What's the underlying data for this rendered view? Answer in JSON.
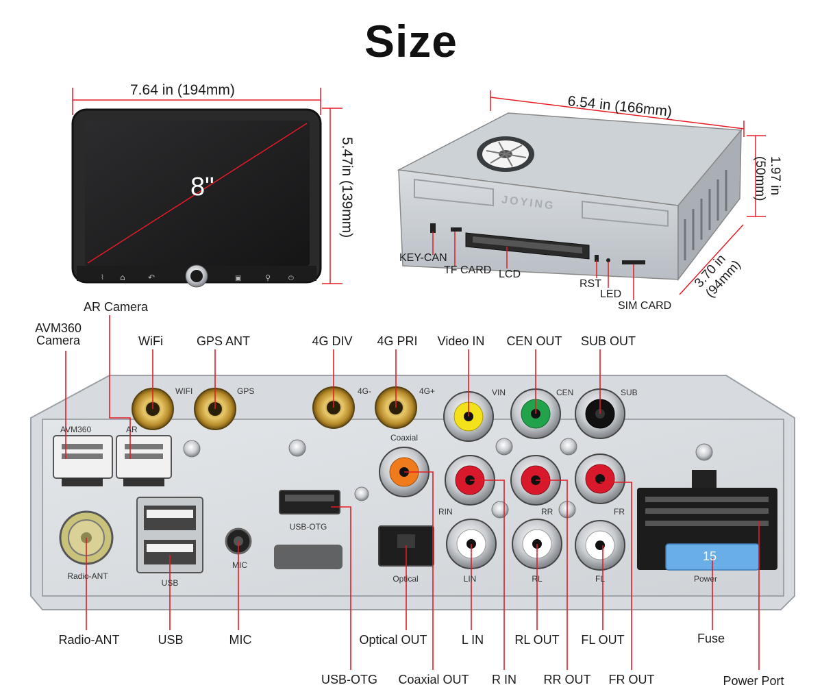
{
  "title": "Size",
  "front": {
    "width_label": "7.64 in (194mm)",
    "height_label": "5.47in (139mm)",
    "diagonal_label": "8\""
  },
  "chassis": {
    "depth_label": "6.54 in   (166mm)",
    "height_label": "1.97 in\n(50mm)",
    "width_label": "3.70 in\n(94mm)",
    "brand": "JOYING",
    "labels": [
      "KEY-CAN",
      "TF CARD",
      "LCD",
      "RST",
      "LED",
      "SIM CARD"
    ]
  },
  "rear_panel": {
    "printed": {
      "avm360": "AVM360",
      "ar": "AR",
      "wifi": "WIFI",
      "gps": "GPS",
      "g4minus": "4G-",
      "g4plus": "4G+",
      "vin": "VIN",
      "cen": "CEN",
      "sub": "SUB",
      "coaxial": "Coaxial",
      "rin": "RIN",
      "rr": "RR",
      "fr": "FR",
      "usb_otg": "USB-OTG",
      "radio_ant": "Radio-ANT",
      "usb": "USB",
      "mic": "MIC",
      "optical": "Optical",
      "lin": "LIN",
      "rl": "RL",
      "fl": "FL",
      "power": "Power",
      "fuse_value": "15"
    },
    "top_labels": {
      "ar_camera": "AR Camera",
      "avm360_camera": "AVM360\nCamera",
      "wifi": "WiFi",
      "gps_ant": "GPS ANT",
      "g4_div": "4G DIV",
      "g4_pri": "4G PRI",
      "video_in": "Video IN",
      "cen_out": "CEN OUT",
      "sub_out": "SUB OUT"
    },
    "bottom_labels": {
      "radio_ant": "Radio-ANT",
      "usb": "USB",
      "mic": "MIC",
      "optical_out": "Optical OUT",
      "l_in": "L IN",
      "rl_out": "RL OUT",
      "fl_out": "FL OUT",
      "fuse": "Fuse",
      "usb_otg": "USB-OTG",
      "coaxial_out": "Coaxial OUT",
      "r_in": "R IN",
      "rr_out": "RR OUT",
      "fr_out": "FR OUT",
      "power_port": "Power Port"
    }
  },
  "colors": {
    "callout": "#e31b23",
    "rca_yellow": "#f3e21b",
    "rca_green": "#22a24a",
    "rca_red": "#d8192b",
    "rca_orange": "#f07b1c",
    "fuse_blue": "#6aaee8"
  }
}
